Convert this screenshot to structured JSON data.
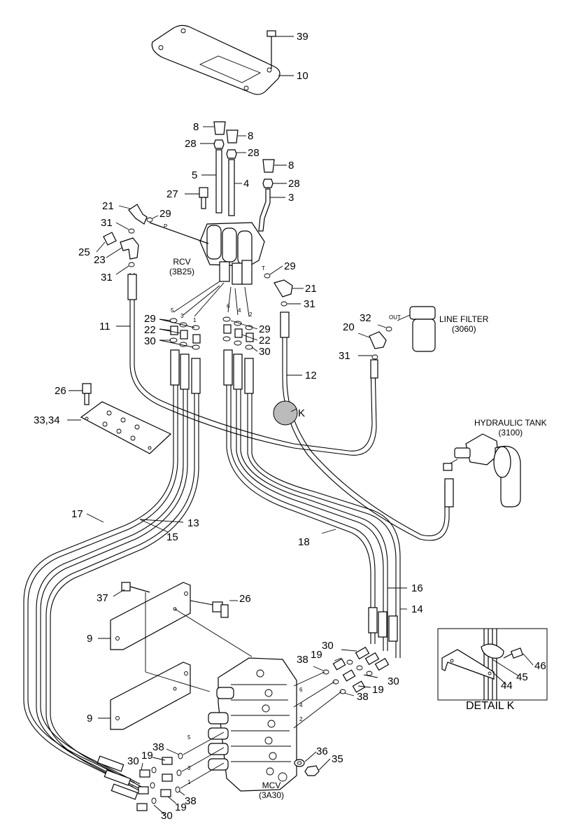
{
  "callouts": {
    "n39": "39",
    "n10": "10",
    "n8a": "8",
    "n8b": "8",
    "n8c": "8",
    "n28a": "28",
    "n28b": "28",
    "n28c": "28",
    "n5": "5",
    "n4": "4",
    "n3": "3",
    "n27": "27",
    "n21a": "21",
    "n29a": "29",
    "n31a": "31",
    "n25": "25",
    "n23": "23",
    "n31b": "31",
    "n29b": "29",
    "n21b": "21",
    "n31c": "31",
    "n29c": "29",
    "n22a": "22",
    "n30a": "30",
    "n29d": "29",
    "n22b": "22",
    "n30b": "30",
    "n32": "32",
    "n20": "20",
    "n31d": "31",
    "n11": "11",
    "n12": "12",
    "n26a": "26",
    "n3334": "33,34",
    "n17": "17",
    "n13": "13",
    "n15": "15",
    "n18": "18",
    "n16": "16",
    "n14": "14",
    "n37": "37",
    "n26b": "26",
    "n9a": "9",
    "n9b": "9",
    "n30c": "30",
    "n38a": "38",
    "n19a": "19",
    "n30d": "30",
    "n19b": "19",
    "n38b": "38",
    "n38c": "38",
    "n19c": "19",
    "n30e": "30",
    "n38d": "38",
    "n30f": "30",
    "n19d": "19",
    "n36": "36",
    "n35": "35",
    "n44": "44",
    "n45": "45",
    "n46": "46",
    "K": "K"
  },
  "components": {
    "rcv": "RCV\n(3B25)",
    "line_filter": "LINE FILTER\n(3060)",
    "hydraulic_tank": "HYDRAULIC TANK\n(3100)",
    "mcv": "MCV\n(3A30)",
    "detail_k": "DETAIL K"
  },
  "port_marks": {
    "P": "P",
    "T": "T",
    "OUT": "OUT",
    "r5": "5",
    "r3": "3",
    "r1": "1",
    "r6": "6",
    "r4": "4",
    "r2": "2",
    "m6": "6",
    "m4": "4",
    "m2": "2",
    "m5": "5",
    "m3": "3",
    "m1": "1"
  }
}
